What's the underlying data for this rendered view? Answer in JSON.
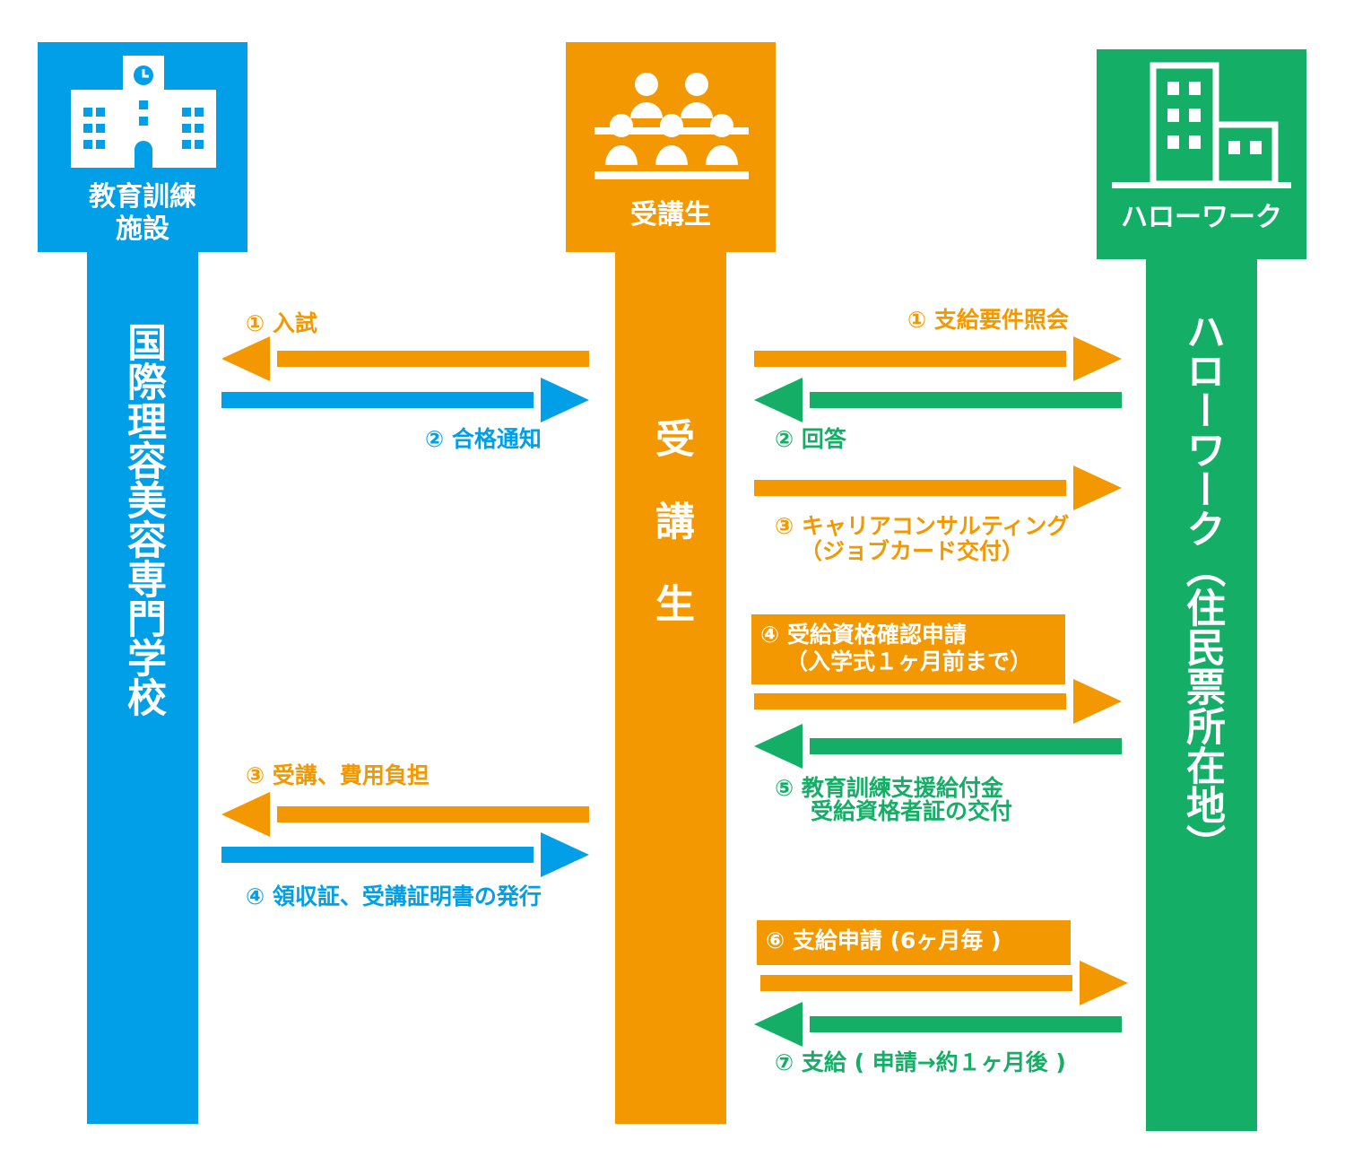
{
  "colors": {
    "blue": "#009fe8",
    "orange": "#f39800",
    "green": "#14ae67"
  },
  "school": {
    "header": [
      "教育訓練",
      "施設"
    ],
    "name": "国際理容美容専門学校",
    "icon": "school-building-icon"
  },
  "student": {
    "header": "受講生",
    "name": "受講生",
    "icon": "students-desk-icon"
  },
  "hellowork": {
    "header": "ハローワーク",
    "name": "ハローワーク（住民票所在地）",
    "icon": "office-building-icon"
  },
  "left_flows": [
    {
      "label": "① 入試",
      "direction": "to-school"
    },
    {
      "label": "② 合格通知",
      "direction": "to-student"
    },
    {
      "label": "③ 受講、費用負担",
      "direction": "to-school"
    },
    {
      "label": "④ 領収証、受講証明書の発行",
      "direction": "to-student"
    }
  ],
  "right_flows": [
    {
      "label": "① 支給要件照会",
      "direction": "to-hellowork"
    },
    {
      "label": "② 回答",
      "direction": "to-student"
    },
    {
      "lines": [
        "③ キャリアコンサルティング",
        "（ジョブカード交付）"
      ],
      "direction": "to-hellowork"
    },
    {
      "lines": [
        "④ 受給資格確認申請",
        "（入学式１ヶ月前まで）"
      ],
      "direction": "to-hellowork"
    },
    {
      "lines": [
        "⑤ 教育訓練支援給付金",
        "受給資格者証の交付"
      ],
      "direction": "to-student"
    },
    {
      "label": "⑥ 支給申請 (6ヶ月毎 )",
      "direction": "to-hellowork"
    },
    {
      "label": "⑦ 支給 ( 申請→約１ヶ月後 )",
      "direction": "to-student"
    }
  ]
}
